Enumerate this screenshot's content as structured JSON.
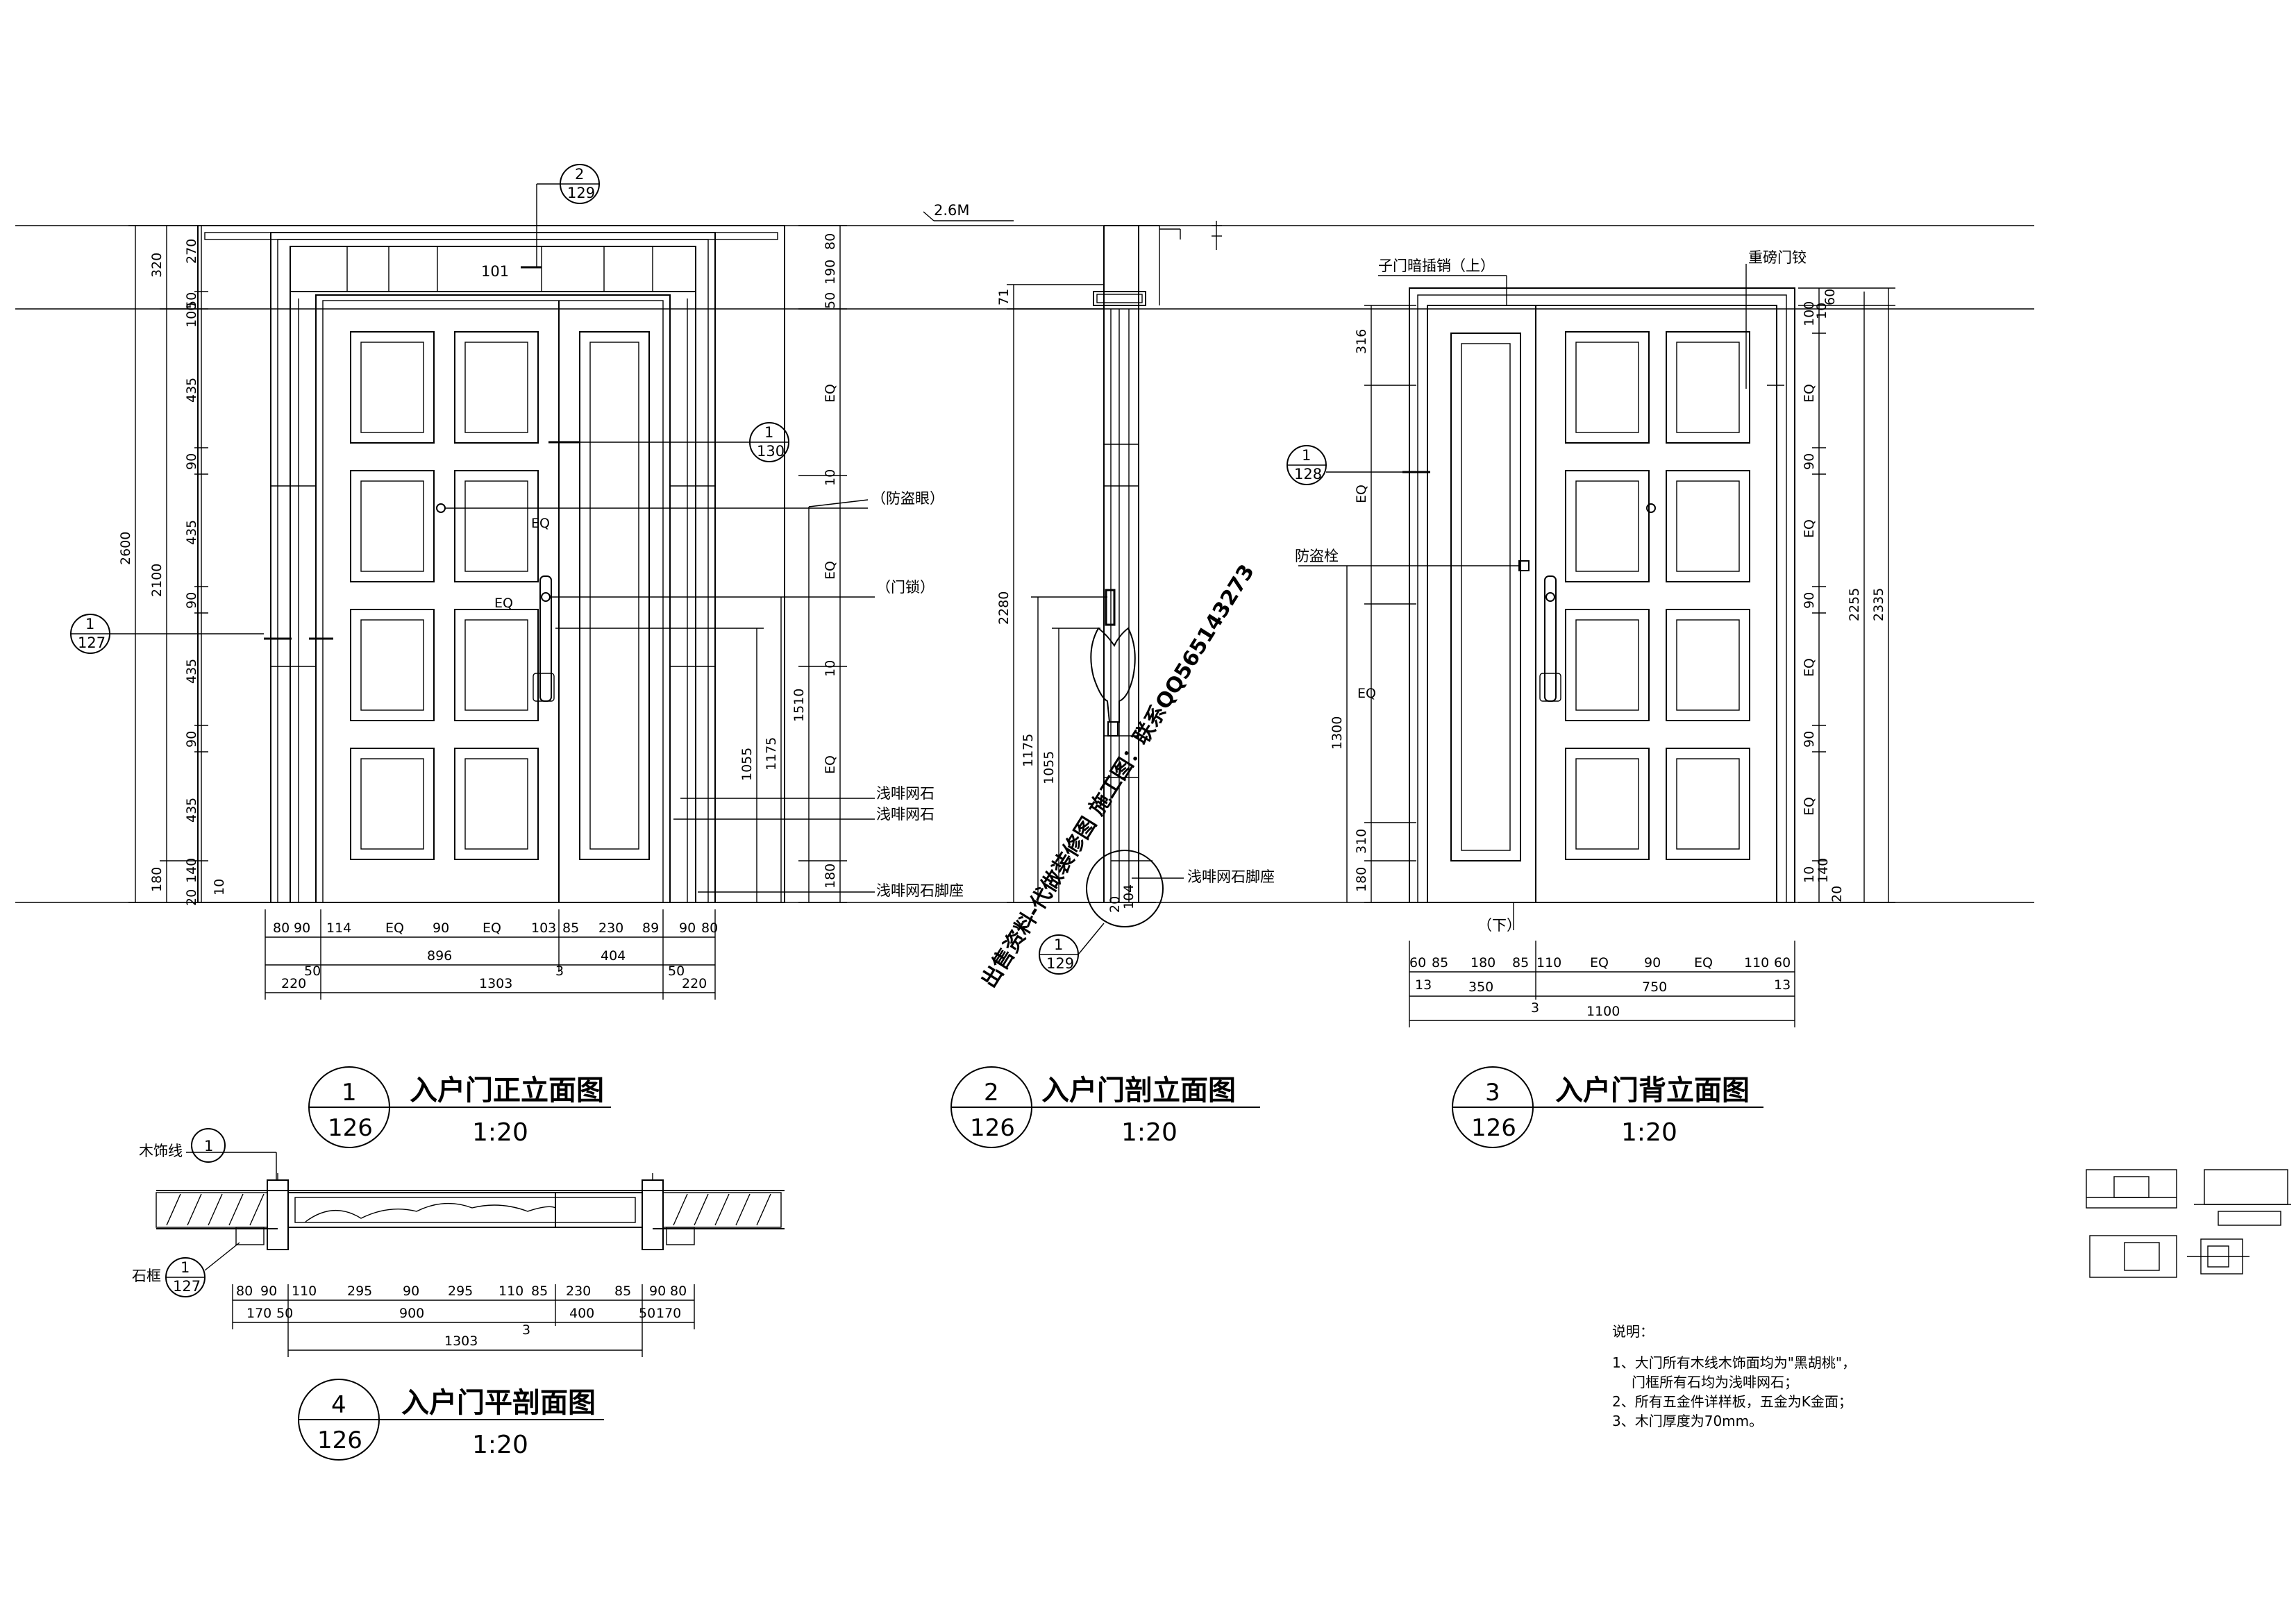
{
  "level_mark": "2.6M",
  "views": {
    "v1": {
      "num": "1",
      "sheet": "126",
      "title": "入户门正立面图",
      "scale": "1:20"
    },
    "v2": {
      "num": "2",
      "sheet": "126",
      "title": "入户门剖立面图",
      "scale": "1:20"
    },
    "v3": {
      "num": "3",
      "sheet": "126",
      "title": "入户门背立面图",
      "scale": "1:20"
    },
    "v4": {
      "num": "4",
      "sheet": "126",
      "title": "入户门平剖面图",
      "scale": "1:20"
    }
  },
  "callouts": {
    "c_2_129": {
      "top": "2",
      "bottom": "129"
    },
    "c_1_130": {
      "top": "1",
      "bottom": "130"
    },
    "c_1_127": {
      "top": "1",
      "bottom": "127"
    },
    "c_1_129": {
      "top": "1",
      "bottom": "129"
    },
    "c_1_128": {
      "top": "1",
      "bottom": "128"
    },
    "c_plan_top": {
      "top": "1"
    },
    "c_plan_bot": {
      "top": "1",
      "bottom": "127"
    }
  },
  "labels": {
    "room": "101",
    "peephole": "（防盗眼）",
    "lock": "（门锁）",
    "stone1": "浅啡网石",
    "stone2": "浅啡网石",
    "stone_base": "浅啡网石脚座",
    "stone_base2": "浅啡网石脚座",
    "bolt_top": "子门暗插销（上）",
    "bolt_bottom": "（下）",
    "hinge": "重磅门铰",
    "guard_bolt": "防盗栓",
    "wood_trim": "木饰线",
    "stone_frame": "石框",
    "eq_small1": "EQ",
    "eq_small2": "EQ"
  },
  "dims": {
    "v1_left_outer": [
      "320",
      "2100",
      "180"
    ],
    "v1_left_total": "2600",
    "v1_left_inner": [
      "270",
      "100",
      "50",
      "435",
      "90",
      "435",
      "90",
      "435",
      "90",
      "435",
      "140",
      "20",
      "10"
    ],
    "v1_right": [
      "80",
      "190",
      "50",
      "EQ",
      "10",
      "EQ",
      "10",
      "EQ",
      "180"
    ],
    "v1_heights": [
      "1055",
      "1175",
      "1510"
    ],
    "v1_bottom1": [
      "80",
      "90",
      "114",
      "EQ",
      "90",
      "EQ",
      "103",
      "85",
      "230",
      "89",
      "90",
      "80"
    ],
    "v1_bottom2": [
      "896",
      "404"
    ],
    "v1_bottom3": [
      "220",
      "50",
      "1303",
      "3",
      "50",
      "220"
    ],
    "v2_left": [
      "71",
      "2280",
      "1175",
      "1055"
    ],
    "v2_bottom": [
      "20",
      "104"
    ],
    "v3_left": [
      "316",
      "EQ",
      "1300",
      "310",
      "180"
    ],
    "v3_right": [
      "60",
      "100",
      "10",
      "EQ",
      "90",
      "EQ",
      "90",
      "EQ",
      "90",
      "EQ",
      "10",
      "140",
      "20"
    ],
    "v3_totals": [
      "2255",
      "2335"
    ],
    "v3_bottom1": [
      "60",
      "85",
      "180",
      "85",
      "110",
      "EQ",
      "90",
      "EQ",
      "110",
      "60"
    ],
    "v3_bottom2": [
      "13",
      "350",
      "750",
      "13"
    ],
    "v3_bottom3": [
      "3",
      "1100"
    ],
    "v4_bottom1": [
      "80",
      "90",
      "110",
      "295",
      "90",
      "295",
      "110",
      "85",
      "230",
      "85",
      "90",
      "80"
    ],
    "v4_bottom2": [
      "170",
      "50",
      "900",
      "400",
      "50",
      "170"
    ],
    "v4_bottom3": [
      "1303",
      "3"
    ]
  },
  "notes": {
    "title": "说明：",
    "lines": [
      "1、大门所有木线木饰面均为\"黑胡桃\"，",
      "门框所有石均为浅啡网石；",
      "2、所有五金件详样板，五金为K金面；",
      "3、木门厚度为70mm。"
    ]
  },
  "watermark": "出售资料-代做装修图 施工图：联系QQ565143273"
}
